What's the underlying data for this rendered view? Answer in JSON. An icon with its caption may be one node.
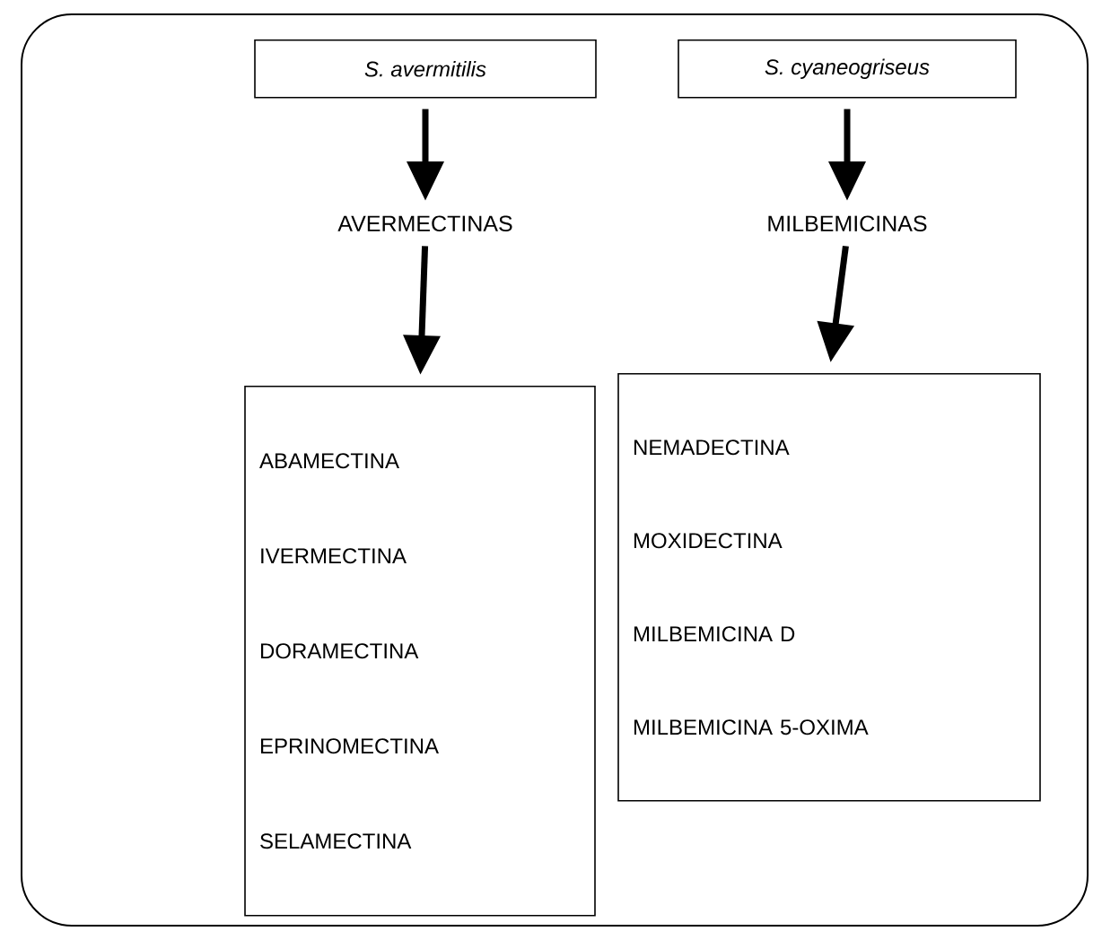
{
  "diagram": {
    "nodes": [
      {
        "text": [
          "S. avermitilis"
        ]
      },
      {
        "text": [
          "AVERMECTINAS"
        ]
      },
      {
        "text": [
          "ABAMECTINA",
          "IVERMECTINA",
          "DORAMECTINA",
          "EPRINOMECTINA",
          "SELAMECTINA"
        ]
      },
      {
        "text": [
          "S. cyaneogriseus"
        ]
      },
      {
        "text": [
          "MILBEMICINAS"
        ]
      },
      {
        "text": [
          "NEMADECTINA",
          "MOXIDECTINA",
          "MILBEMICINA D",
          "MILBEMICINA 5-OXIMA"
        ]
      }
    ],
    "edges": [
      {
        "from": 0,
        "to": 1,
        "arrow": "to"
      },
      {
        "from": 1,
        "to": 2,
        "arrow": "to"
      },
      {
        "from": 3,
        "to": 4,
        "arrow": "to"
      },
      {
        "from": 4,
        "to": 5,
        "arrow": "to"
      }
    ]
  }
}
